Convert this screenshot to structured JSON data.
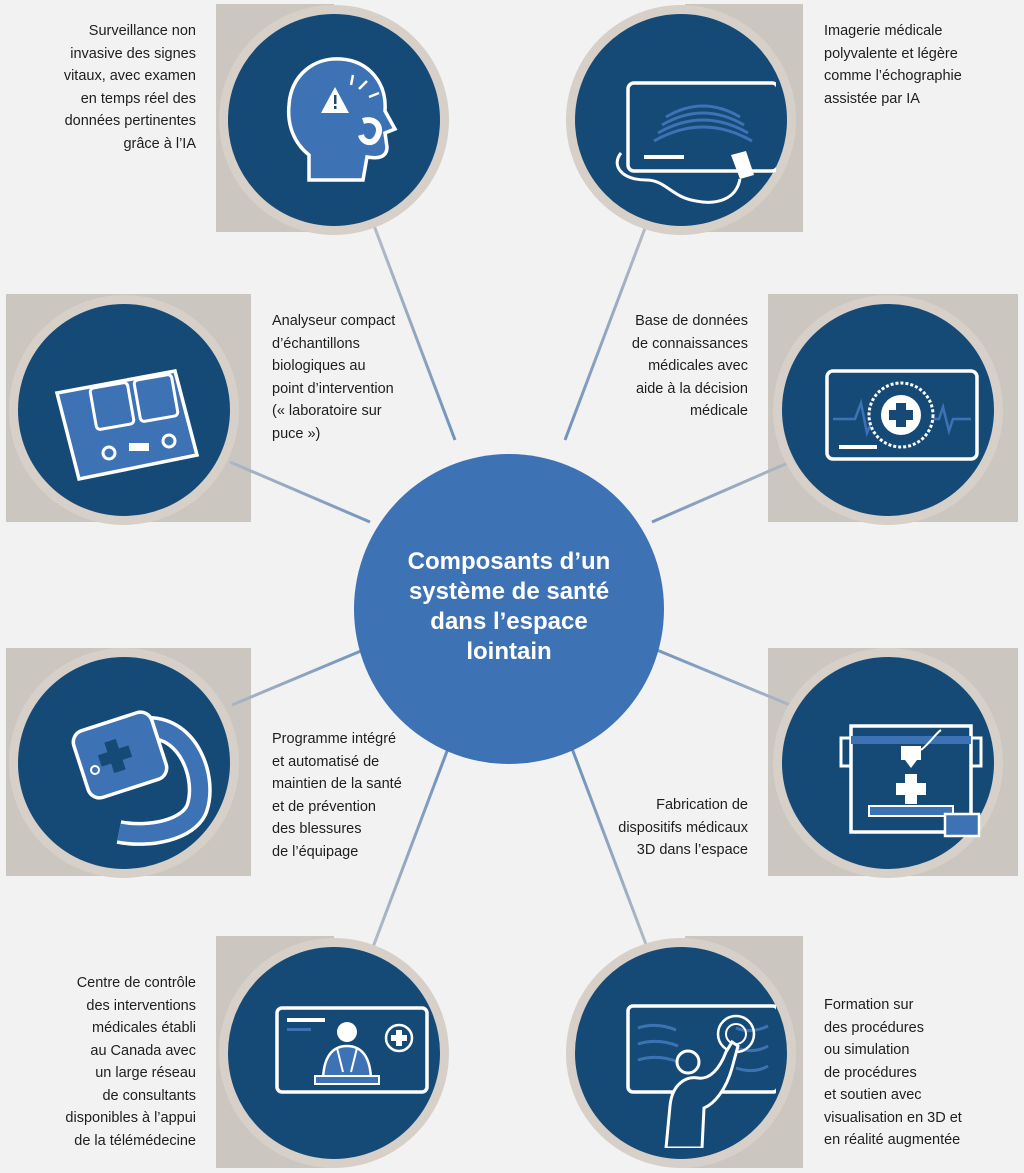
{
  "center": {
    "title": "Composants d’un système de santé dans l’espace lointain"
  },
  "components": [
    {
      "label": "Surveillance non\ninvasive des signes\nvitaux, avec examen\nen temps réel des\ndonnées pertinentes\ngrâce à l’IA",
      "icon": "head-monitoring-icon"
    },
    {
      "label": "Imagerie médicale\npolyvalente et légère\ncomme l’échographie\nassistée par IA",
      "icon": "ultrasound-icon"
    },
    {
      "label": "Analyseur compact\nd’échantillons\nbiologiques au\npoint d’intervention\n(« laboratoire sur\npuce »)",
      "icon": "lab-on-chip-icon"
    },
    {
      "label": "Base de données\nde connaissances\nmédicales avec\naide à la décision\nmédicale",
      "icon": "medical-database-icon"
    },
    {
      "label": "Programme intégré\net automatisé de\nmaintien de la santé\net de prévention\ndes blessures\nde l’équipage",
      "icon": "smartwatch-icon"
    },
    {
      "label": "Fabrication de\ndispositifs médicaux\n3D dans l’espace",
      "icon": "3d-printer-icon"
    },
    {
      "label": "Centre de contrôle\ndes interventions\nmédicales établi\nau Canada avec\nun large réseau\nde consultants\ndisponibles à l’appui\nde la télémédecine",
      "icon": "telemedicine-doctor-icon"
    },
    {
      "label": "Formation sur\ndes procédures\nou simulation\nde procédures\net soutien avec\nvisualisation en 3D et\nen réalité augmentée",
      "icon": "ar-training-icon"
    }
  ]
}
